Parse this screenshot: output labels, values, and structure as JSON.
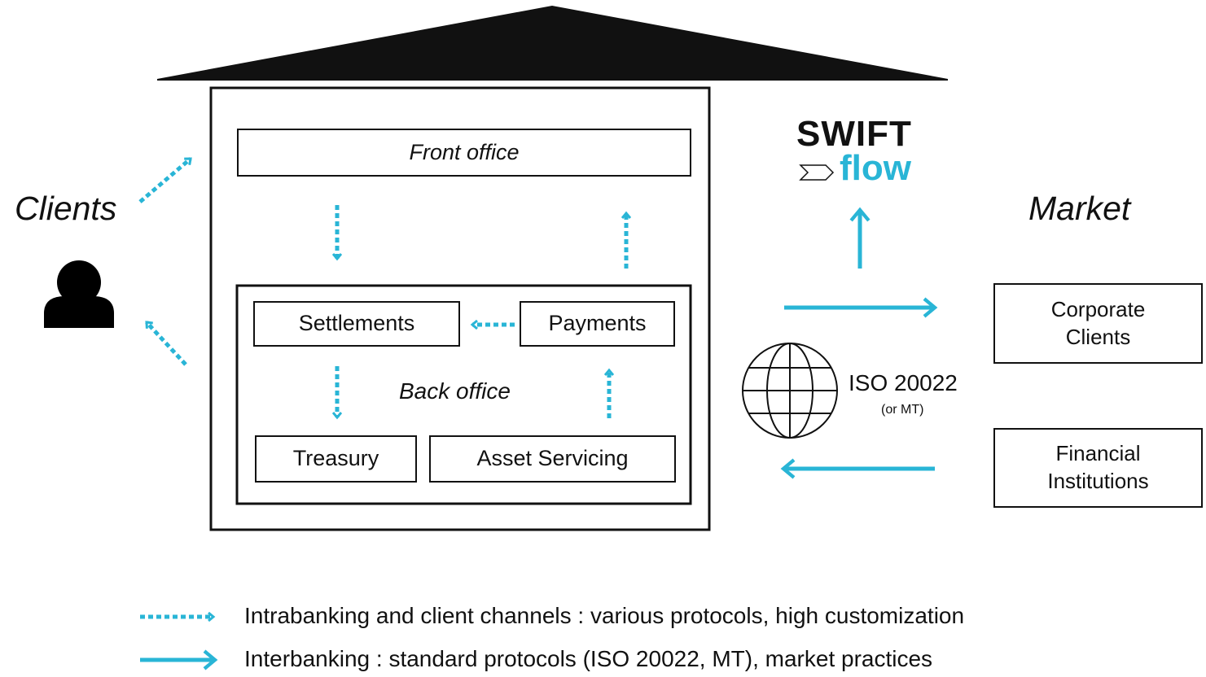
{
  "labels": {
    "clients": "Clients",
    "market": "Market",
    "front_office": "Front office",
    "back_office": "Back office",
    "settlements": "Settlements",
    "payments": "Payments",
    "treasury": "Treasury",
    "asset_servicing": "Asset Servicing",
    "corporate_clients": "Corporate\nClients",
    "financial_institutions": "Financial\nInstitutions",
    "iso": "ISO 20022",
    "iso_sub": "(or MT)"
  },
  "logo": {
    "top": "SWIFT",
    "bottom": "flow"
  },
  "legend": {
    "dashed": "Intrabanking and client channels : various protocols, high customization",
    "solid": "Interbanking : standard protocols (ISO 20022, MT), market practices"
  },
  "colors": {
    "accent": "#29b5d6",
    "ink": "#111111"
  },
  "icons": {
    "person": "person-icon",
    "globe": "globe-icon"
  }
}
